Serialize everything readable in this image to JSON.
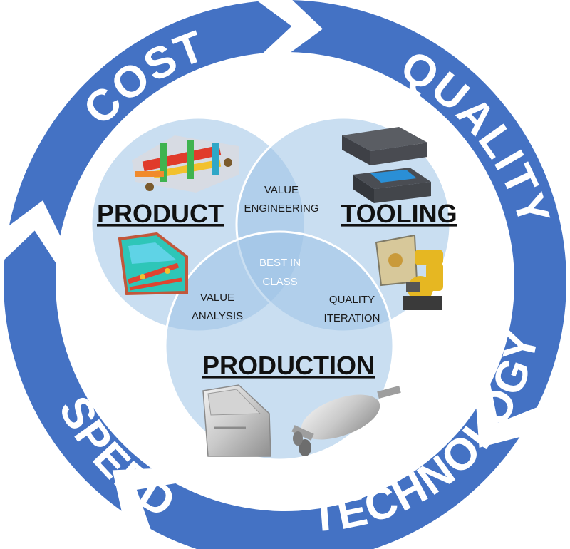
{
  "ring": {
    "segments": [
      {
        "id": "cost",
        "label": "COST"
      },
      {
        "id": "quality",
        "label": "QUALITY"
      },
      {
        "id": "technology",
        "label": "TECHNOLOGY"
      },
      {
        "id": "speed",
        "label": "SPEED"
      }
    ],
    "color": "#4472c4"
  },
  "circles": {
    "product": {
      "title": "PRODUCT"
    },
    "tooling": {
      "title": "TOOLING"
    },
    "production": {
      "title": "PRODUCTION"
    },
    "fill": "#9dc3e6"
  },
  "overlaps": {
    "product_tooling": {
      "line1": "VALUE",
      "line2": "ENGINEERING"
    },
    "product_production": {
      "line1": "VALUE",
      "line2": "ANALYSIS"
    },
    "tooling_production": {
      "line1": "QUALITY",
      "line2": "ITERATION"
    },
    "center": {
      "line1": "BEST IN",
      "line2": "CLASS"
    }
  },
  "images": [
    {
      "id": "product-frame",
      "icon": "vehicle-frame-cad-icon"
    },
    {
      "id": "product-door",
      "icon": "door-frame-cad-icon"
    },
    {
      "id": "tooling-die",
      "icon": "stamping-die-icon"
    },
    {
      "id": "tooling-robot",
      "icon": "industrial-robot-icon"
    },
    {
      "id": "production-door",
      "icon": "car-door-panel-icon"
    },
    {
      "id": "production-muffler",
      "icon": "exhaust-muffler-icon"
    }
  ]
}
